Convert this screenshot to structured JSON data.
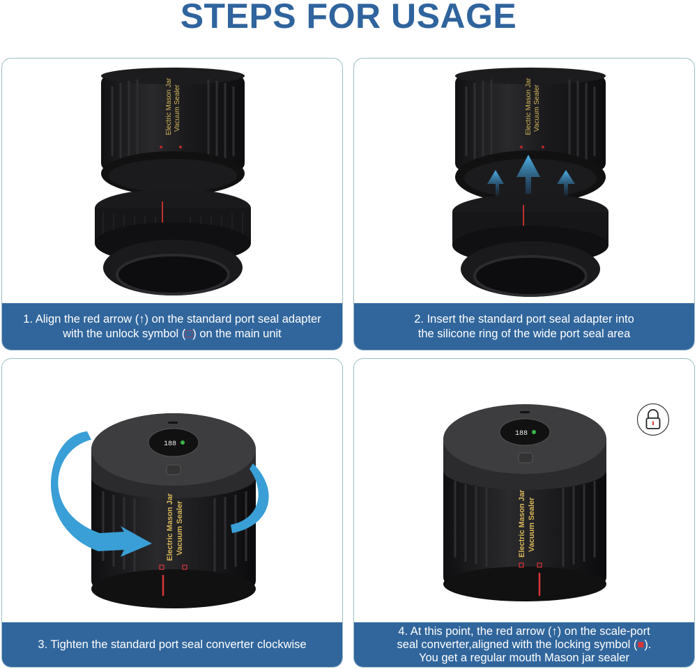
{
  "title": "STEPS FOR USAGE",
  "colors": {
    "title": "#2f649d",
    "caption_band": "#31669c",
    "panel_border": "#9cbcc6",
    "device_body": "#1d1d1f",
    "accent_red": "#d9363a",
    "arrow_blue": "#3a9fd6",
    "label_gold": "#d8b75a"
  },
  "device": {
    "label_line1": "Electric Mason Jar",
    "label_line2": "Vacuum Sealer",
    "display_value": "188"
  },
  "steps": [
    {
      "number": "1",
      "line1": "1. Align the red arrow (↑) on the standard port seal adapter",
      "line2_pre": "with the unlock symbol (",
      "line2_symbol": "🔓",
      "line2_post": ") on the main unit",
      "image": "adapter-separated-from-main-unit"
    },
    {
      "number": "2",
      "line1": "2. Insert the standard port seal adapter into",
      "line2": "the silicone ring of the wide port seal area",
      "image": "adapter-inserting-with-blue-arrows"
    },
    {
      "number": "3",
      "line1": "3. Tighten the standard port seal converter clockwise",
      "image": "assembled-unit-with-rotation-arrow"
    },
    {
      "number": "4",
      "line1": "4. At this point, the red arrow (↑) on the scale-port",
      "line2_pre": "seal converter,aligned with the locking symbol (",
      "line2_symbol": "🔒",
      "line2_post": ").",
      "line3": "You get a regular mouth Mason jar sealer",
      "image": "assembled-unit-locked",
      "badge": "lock-icon"
    }
  ]
}
